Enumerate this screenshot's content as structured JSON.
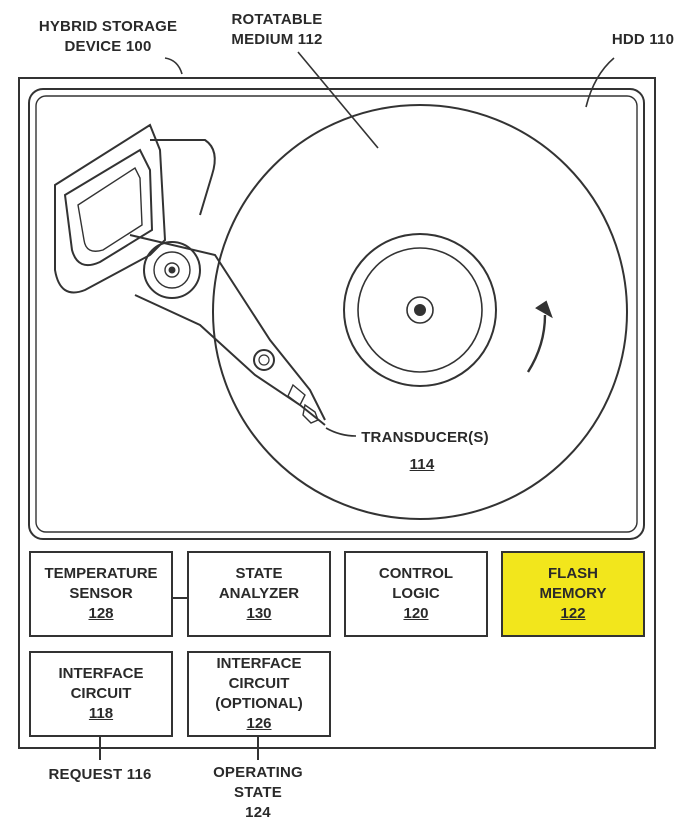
{
  "labels": {
    "hybrid_device": [
      "HYBRID STORAGE",
      "DEVICE 100"
    ],
    "rotatable_medium": [
      "ROTATABLE",
      "MEDIUM 112"
    ],
    "hdd": "HDD 110",
    "transducer": "TRANSDUCER(S)",
    "transducer_ref": "114",
    "request": "REQUEST 116",
    "operating_state": [
      "OPERATING",
      "STATE",
      "124"
    ]
  },
  "blocks": {
    "temperature_sensor": {
      "lines": [
        "TEMPERATURE",
        "SENSOR"
      ],
      "ref": "128"
    },
    "state_analyzer": {
      "lines": [
        "STATE",
        "ANALYZER"
      ],
      "ref": "130"
    },
    "control_logic": {
      "lines": [
        "CONTROL",
        "LOGIC"
      ],
      "ref": "120"
    },
    "flash_memory": {
      "lines": [
        "FLASH",
        "MEMORY"
      ],
      "ref": "122",
      "color": "#f2e61c"
    },
    "interface_circuit": {
      "lines": [
        "INTERFACE",
        "CIRCUIT"
      ],
      "ref": "118"
    },
    "interface_circuit_optional": {
      "lines": [
        "INTERFACE",
        "CIRCUIT",
        "(OPTIONAL)"
      ],
      "ref": "126"
    }
  }
}
